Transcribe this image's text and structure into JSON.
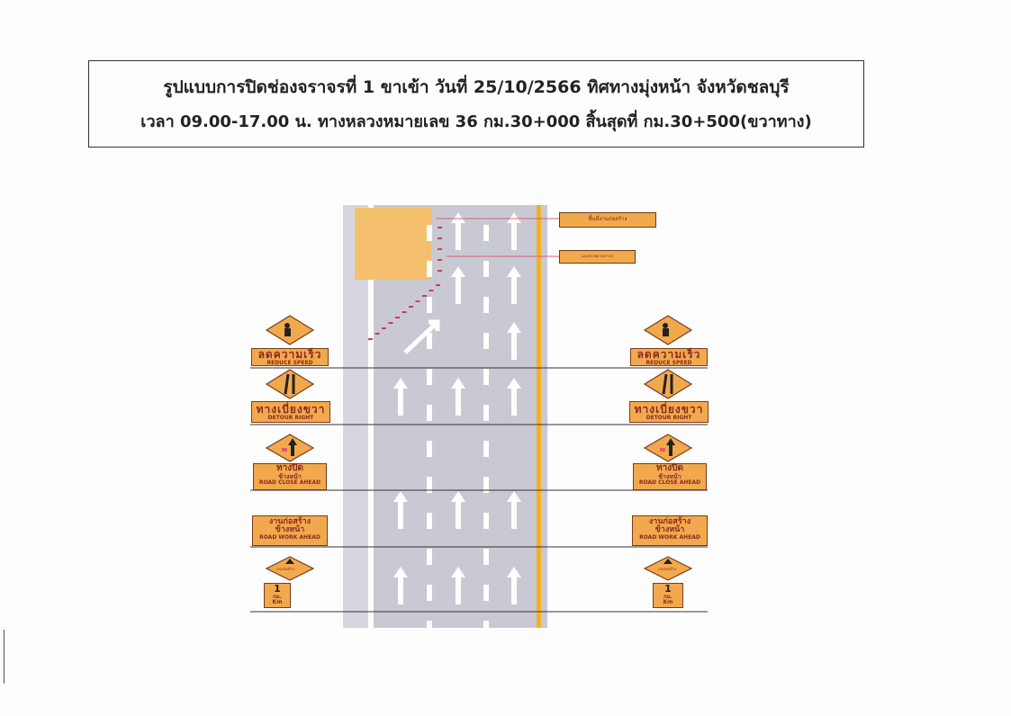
{
  "title": {
    "line1": "รูปแบบการปิดช่องจราจรที่ 1 ขาเข้า วันที่ 25/10/2566 ทิศทางมุ่งหน้า จังหวัดชลบุรี",
    "line2": "เวลา 09.00-17.00 น. ทางหลวงหมายเลข 36 กม.30+000 สิ้นสุดที่ กม.30+500(ขวาทาง)"
  },
  "labels": {
    "work_zone": "พื้นที่งานก่อสร้าง",
    "cone_label": "แนวกรวยยางจราจร"
  },
  "signs": {
    "reduce_speed": {
      "th": "ลดความเร็ว",
      "en": "REDUCE SPEED"
    },
    "detour_right": {
      "th": "ทางเบี่ยงขวา",
      "en": "DETOUR RIGHT"
    },
    "road_close": {
      "th": "ทางปิด",
      "th2": "ข้างหน้า",
      "en": "ROAD CLOSE AHEAD"
    },
    "road_work": {
      "th": "งานก่อสร้าง",
      "th2": "ข้างหน้า",
      "en": "ROAD WORK AHEAD"
    },
    "distance": {
      "diamond": "งานก่อสร้าง",
      "num": "1",
      "unit": "กม.",
      "unit_en": "Km"
    }
  },
  "colors": {
    "sign": "#f2a94e",
    "road": "#c9c9d3",
    "cone": "#d23a5a",
    "edge": "#f4b020"
  }
}
